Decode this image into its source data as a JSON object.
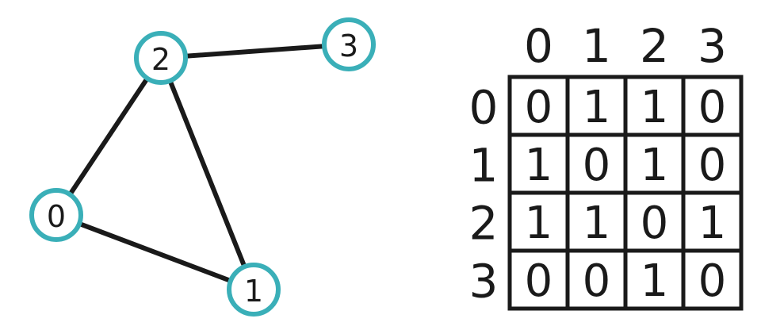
{
  "graph": {
    "nodes": [
      {
        "id": "0",
        "label": "0"
      },
      {
        "id": "1",
        "label": "1"
      },
      {
        "id": "2",
        "label": "2"
      },
      {
        "id": "3",
        "label": "3"
      }
    ],
    "edges": [
      [
        "0",
        "2"
      ],
      [
        "0",
        "1"
      ],
      [
        "1",
        "2"
      ],
      [
        "2",
        "3"
      ]
    ],
    "node_stroke_color": "#3aafb8",
    "edge_color": "#1a1a1a"
  },
  "matrix": {
    "column_headers": [
      "0",
      "1",
      "2",
      "3"
    ],
    "row_headers": [
      "0",
      "1",
      "2",
      "3"
    ],
    "rows": [
      [
        "0",
        "1",
        "1",
        "0"
      ],
      [
        "1",
        "0",
        "1",
        "0"
      ],
      [
        "1",
        "1",
        "0",
        "1"
      ],
      [
        "0",
        "0",
        "1",
        "0"
      ]
    ],
    "grid_color": "#1a1a1a"
  }
}
